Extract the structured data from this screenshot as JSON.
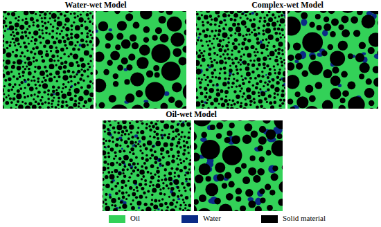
{
  "diagram": {
    "labels": [
      "Water-wet Model",
      "Complex-wet Model",
      "Oil-wet Model"
    ],
    "legend": [
      {
        "text": "Oil",
        "color": "#33d158"
      },
      {
        "text": "Water",
        "color": "#0b2a86"
      },
      {
        "text": "Solid material",
        "color": "#000000"
      }
    ]
  }
}
